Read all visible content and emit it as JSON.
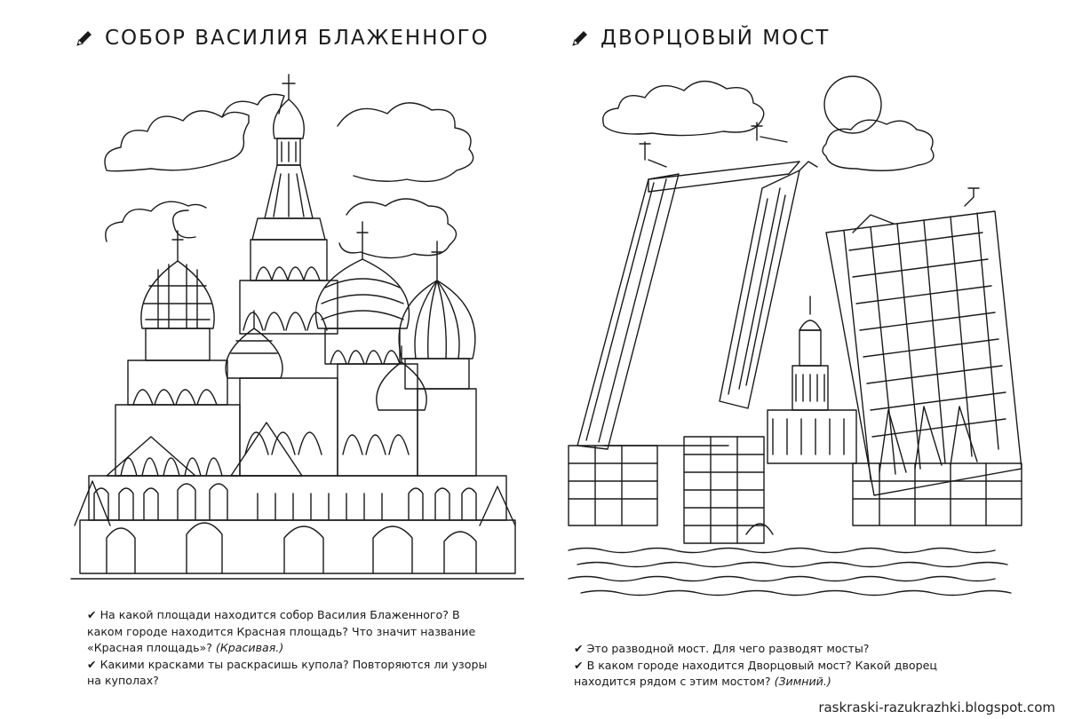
{
  "left": {
    "title": "СОБОР ВАСИЛИЯ БЛАЖЕННОГО",
    "q1_text": "На какой площади находится собор Василия Блаженного? В каком городе находится Красная площадь? Что значит название «Красная площадь»?",
    "q1_answer": "(Красивая.)",
    "q2_text": "Какими красками ты раскрасишь купола? Повторяются ли узоры на куполах?"
  },
  "right": {
    "title": "ДВОРЦОВЫЙ МОСТ",
    "q1_text": "Это разводной мост. Для чего разводят мосты?",
    "q2_text": "В каком городе находится Дворцовый мост? Какой дворец находится рядом с этим мостом?",
    "q2_answer": "(Зимний.)"
  },
  "footer": {
    "credit": "raskraski-razukrazhki.blogspot.com"
  },
  "icons": {
    "check_glyph": "✔",
    "pencil": "pencil-icon"
  }
}
